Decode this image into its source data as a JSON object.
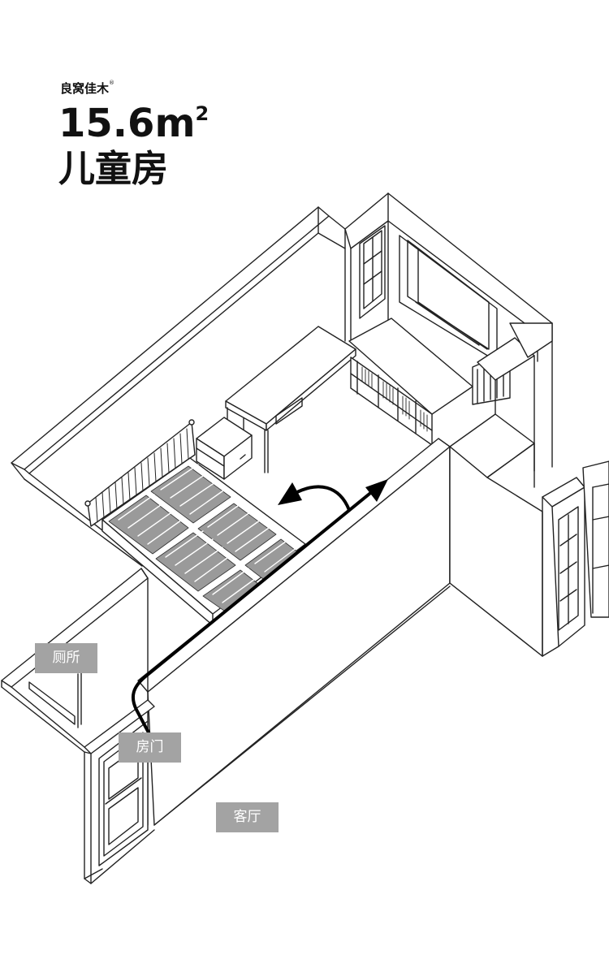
{
  "brand": {
    "name": "良窝佳木",
    "mark": "®"
  },
  "room": {
    "area_value": "15.6",
    "area_unit": "m",
    "area_sup": "2",
    "name": "儿童房"
  },
  "labels": {
    "toilet": "厕所",
    "door": "房门",
    "living_room": "客厅"
  },
  "colors": {
    "line": "#222222",
    "path": "#000000",
    "label_bg": "#a3a3a3",
    "label_text": "#ffffff",
    "slat_fill": "#9a9a9a"
  }
}
